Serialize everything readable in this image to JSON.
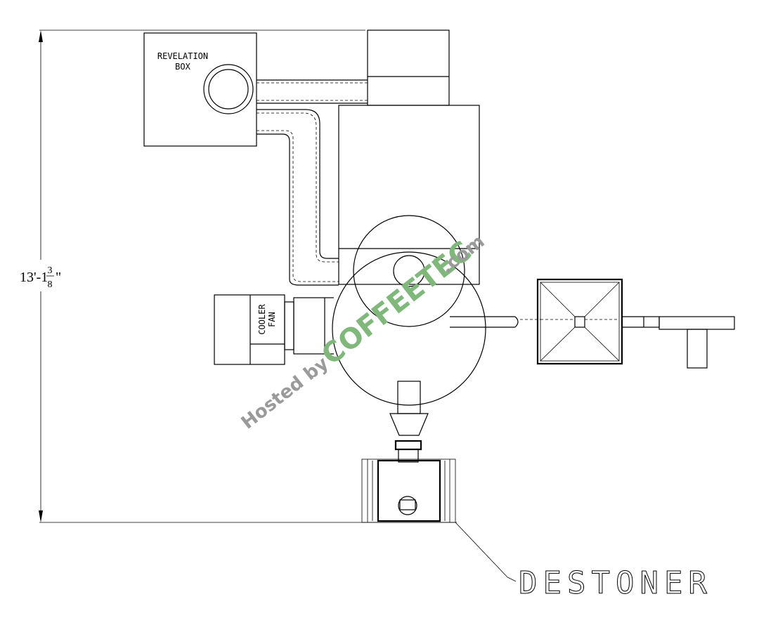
{
  "labels": {
    "revelation_line1": "REVELATION",
    "revelation_line2": "BOX",
    "cooler_line1": "COOLER",
    "cooler_line2": "FAN",
    "destoner": "DESTONER"
  },
  "dimension": {
    "feet": "13'-1",
    "num": "3",
    "den": "8",
    "inch_mark": "\""
  },
  "watermark": {
    "prefix": "Hosted by ",
    "brand": "COFFEETEC",
    "reg": "®",
    "suffix": ".com",
    "prefix_color": "#9a9a9a",
    "brand_color": "#7fb87a"
  }
}
